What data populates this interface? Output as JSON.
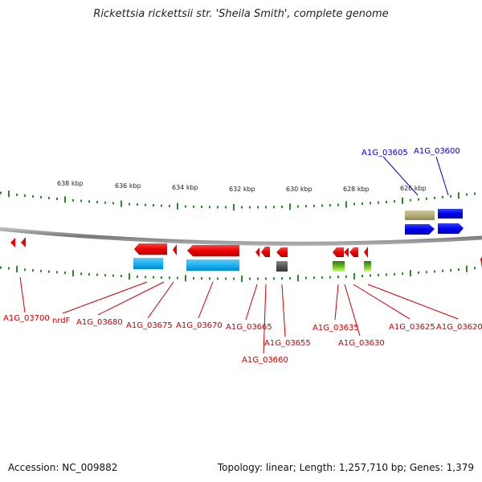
{
  "header": {
    "title": "Rickettsia rickettsii str. 'Sheila Smith', complete genome"
  },
  "footer": {
    "accession": "Accession: NC_009882",
    "summary": "Topology: linear; Length: 1,257,710 bp; Genes: 1,379"
  },
  "colors": {
    "forward_labels": "#0000cc",
    "reverse_labels": "#cc0000",
    "forward_gene": "#0000ee",
    "reverse_gene": "#ee0000",
    "cds_cyan": "#1fb2f0",
    "cds_khaki": "#b5ad78",
    "cds_gray": "#555555",
    "cds_green": "#66bb22",
    "tick": "#2a8a2a",
    "backbone": "#808080"
  },
  "scale": {
    "unit": "kbp",
    "labels": [
      "638 kbp",
      "636 kbp",
      "634 kbp",
      "632 kbp",
      "630 kbp",
      "628 kbp",
      "626 kbp"
    ]
  },
  "forward_strand_labels": [
    "A1G_03605",
    "A1G_03600"
  ],
  "reverse_strand_labels": [
    "A1G_03700",
    "nrdF",
    "A1G_03680",
    "A1G_03675",
    "A1G_03670",
    "A1G_03665",
    "A1G_03660",
    "A1G_03655",
    "A1G_03635",
    "A1G_03630",
    "A1G_03625",
    "A1G_03620"
  ]
}
